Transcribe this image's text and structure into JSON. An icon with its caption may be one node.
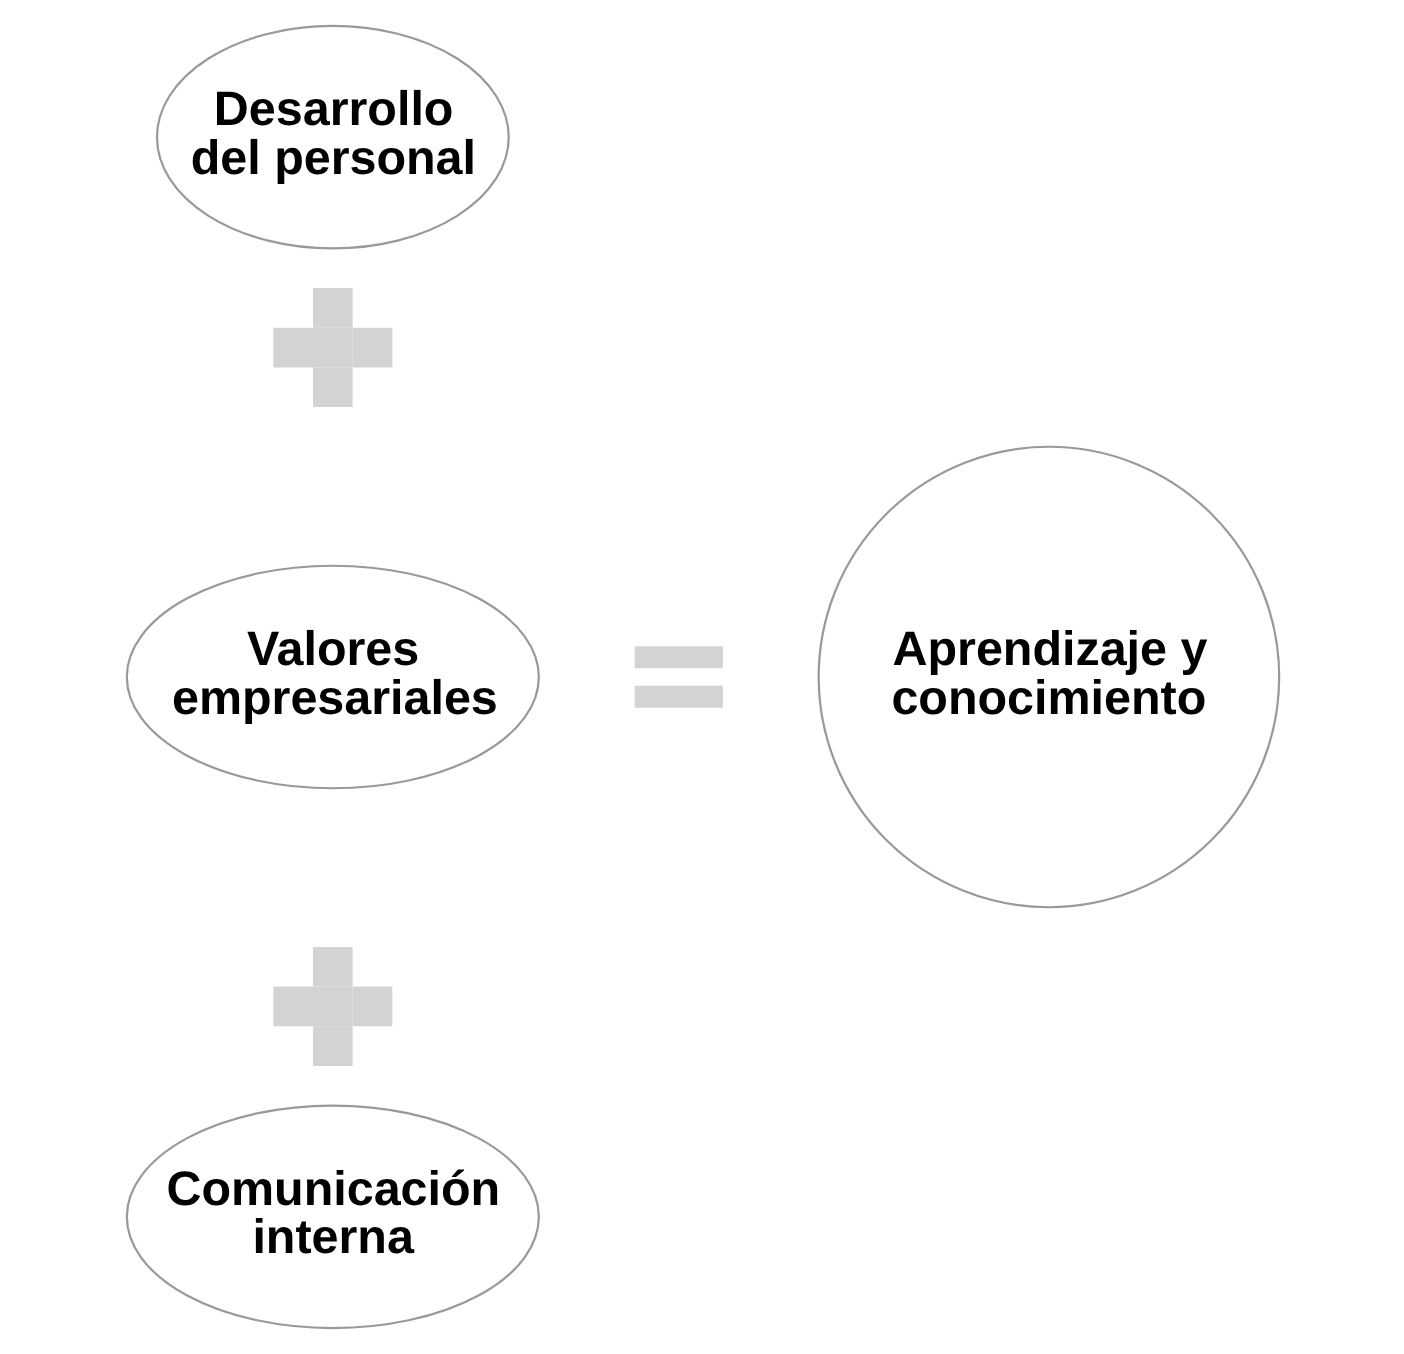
{
  "diagram": {
    "nodes": [
      {
        "text": [
          "Desarrollo del personal"
        ]
      },
      {
        "text": [],
        "shape": "plus"
      },
      {
        "text": [
          "Valores empresariales"
        ]
      },
      {
        "text": [],
        "shape": "equals"
      },
      {
        "text": [
          "Aprendizaje y conocimiento"
        ]
      },
      {
        "text": [],
        "shape": "plus"
      },
      {
        "text": [
          "Comunicación interna"
        ]
      }
    ]
  }
}
